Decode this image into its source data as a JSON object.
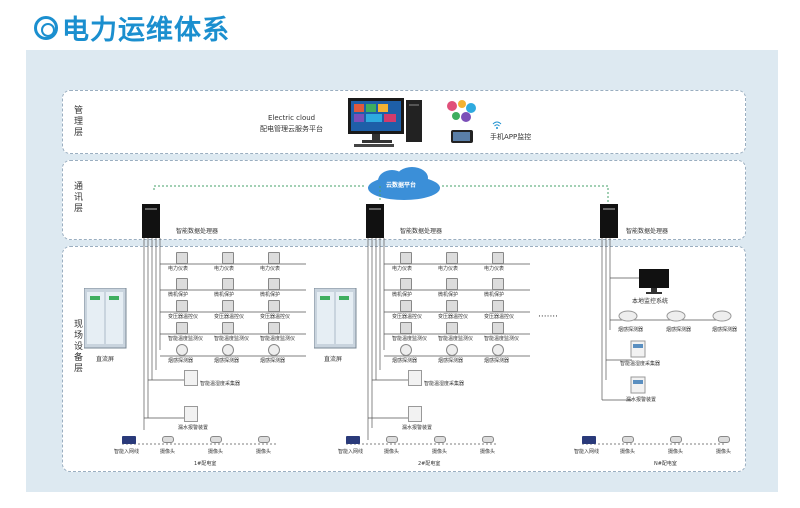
{
  "title": "电力运维体系",
  "layers": {
    "management": "管理层",
    "communication": "通讯层",
    "field": "现场设备层"
  },
  "cloud_platform": {
    "line1": "Electric cloud",
    "line2": "配电管理云服务平台"
  },
  "mobile": "手机APP监控",
  "cloud_data": "云数据平台",
  "processor": "智能数据处理器",
  "dc_screen": "直流屏",
  "device_rows": [
    [
      "电力仪表",
      "电力仪表",
      "电力仪表"
    ],
    [
      "微机保护",
      "微机保护",
      "微机保护"
    ],
    [
      "变压器温控仪",
      "变压器温控仪",
      "变压器温控仪"
    ],
    [
      "智能温度监测仪",
      "智能温度监测仪",
      "智能温度监测仪"
    ],
    [
      "烟感探测器",
      "烟感探测器",
      "烟感探测器"
    ]
  ],
  "temp_collector": "智能温湿度采集器",
  "water_alarm": "漏水报警装置",
  "bottom_items": {
    "router": "智能入网线",
    "camera": "摄像头"
  },
  "rooms": [
    "1#配电室",
    "2#配电室",
    "N#配电室"
  ],
  "ellipsis": "·······",
  "local_monitor": "本地监控系统",
  "smoke": "烟感探测器",
  "colors": {
    "title": "#1b8fcf",
    "panel": "#dde9f1",
    "cloud": "#3b8fd8",
    "link": "#44a06a"
  }
}
